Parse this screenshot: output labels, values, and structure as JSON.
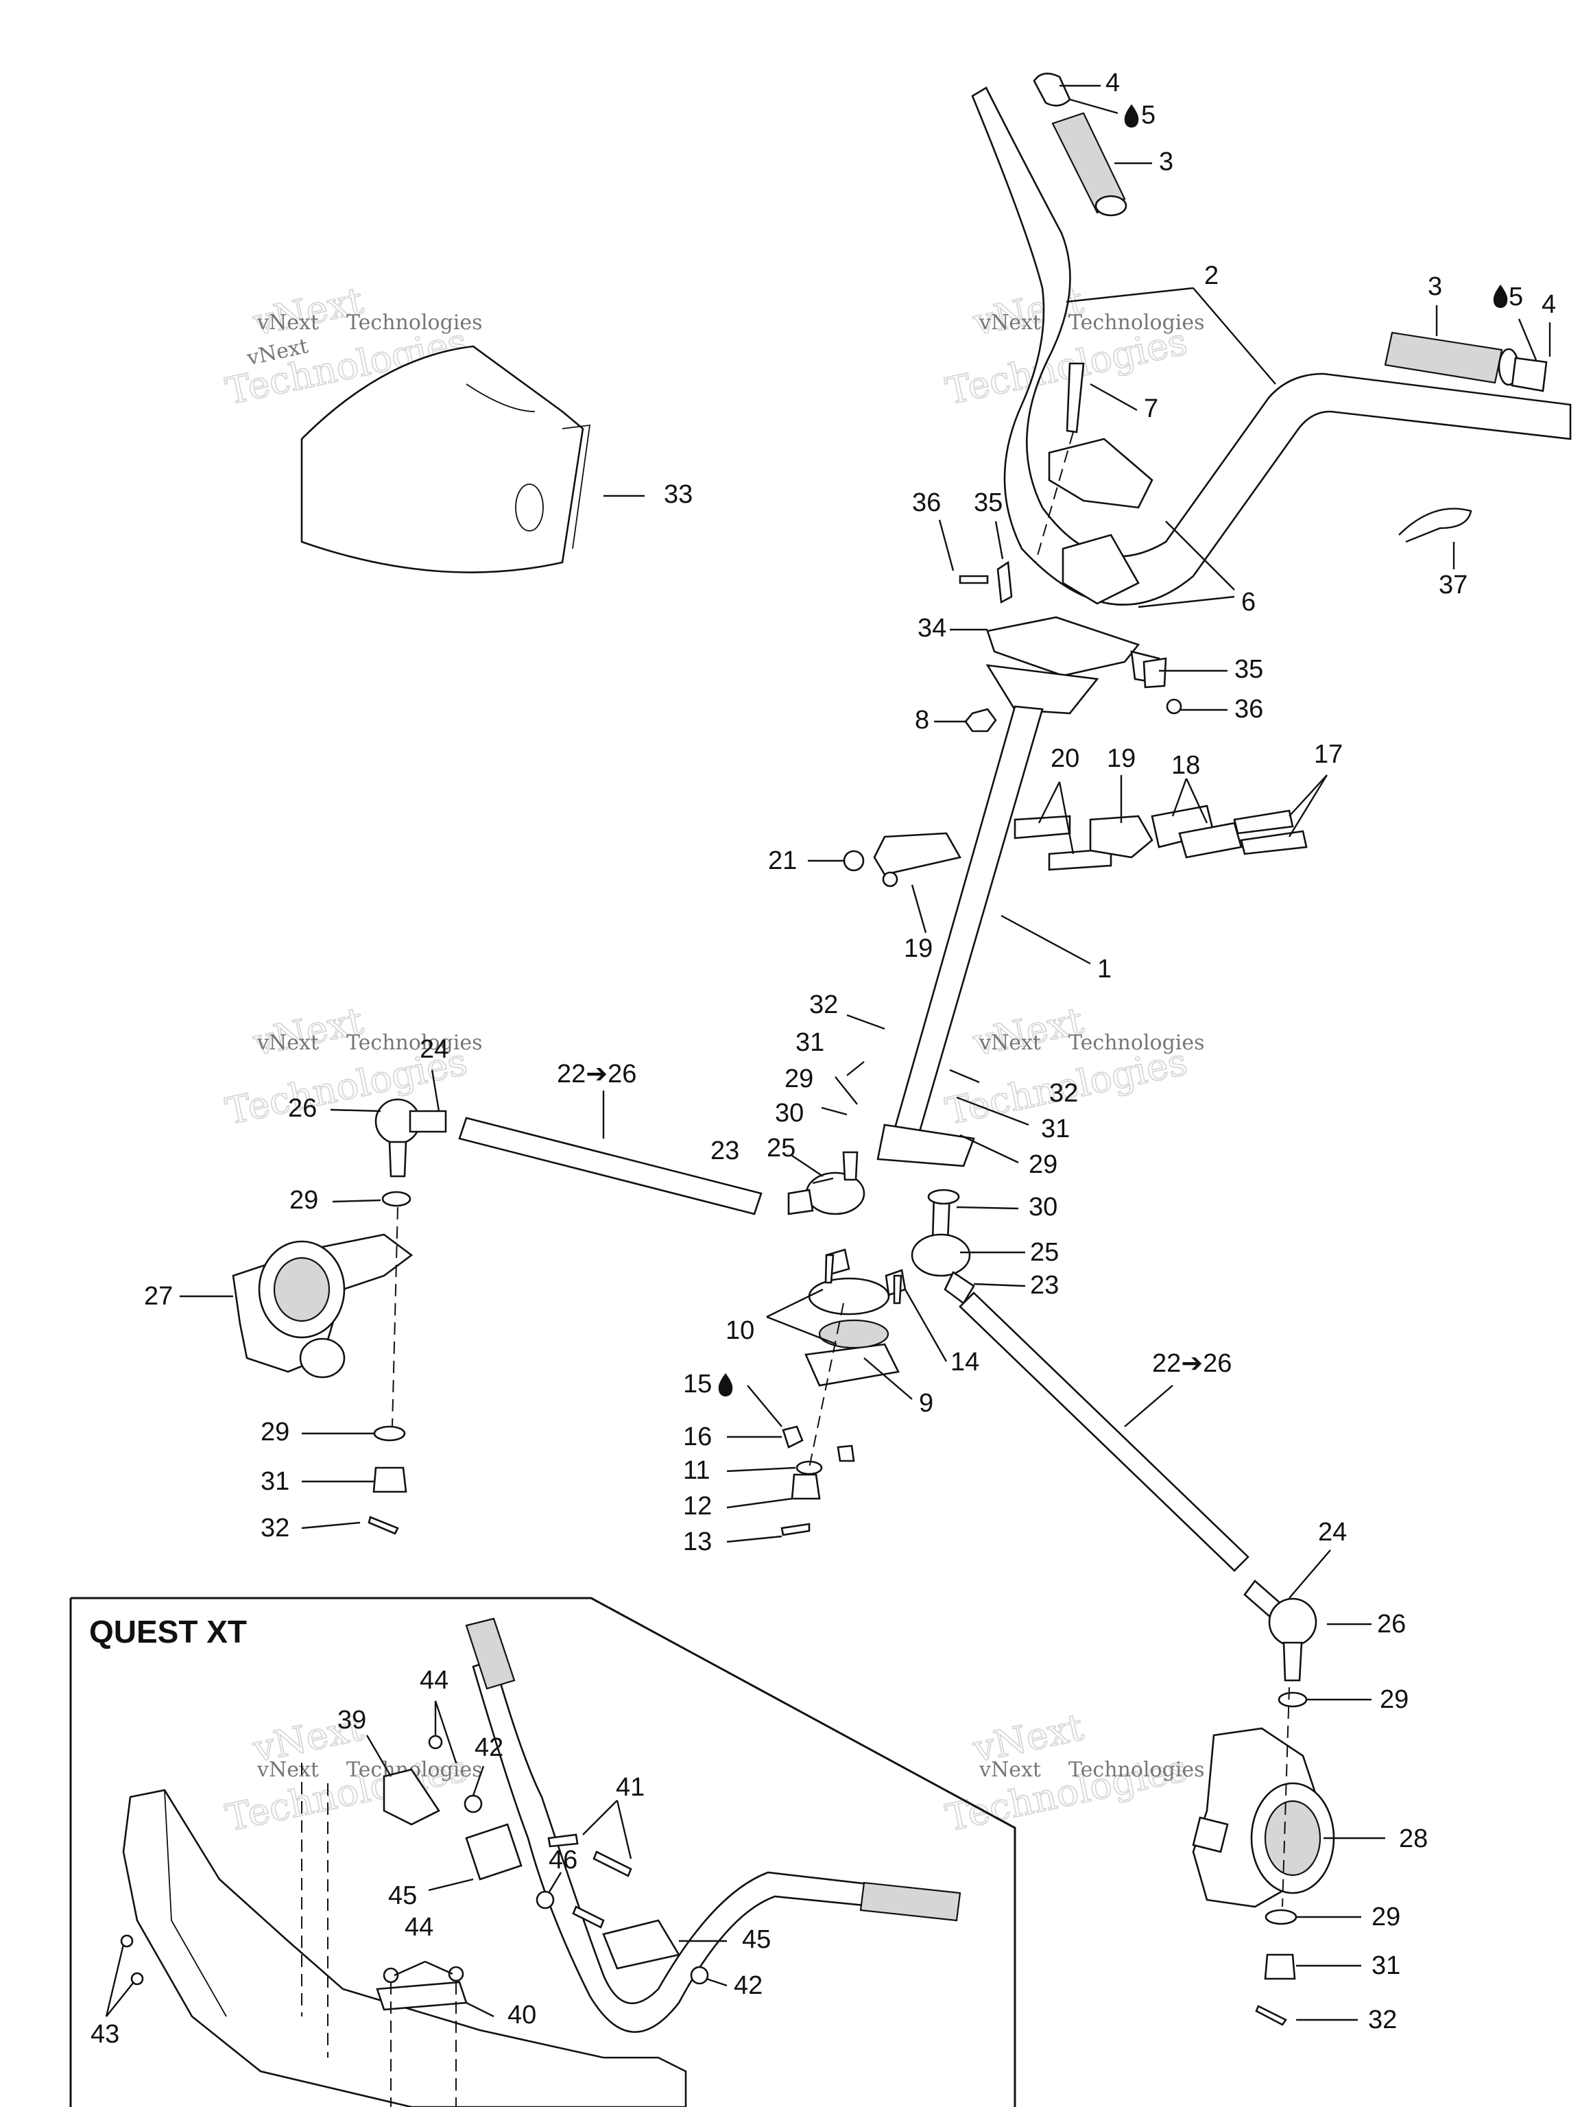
{
  "inset": {
    "title": "QUEST XT"
  },
  "watermark": {
    "line1": "vNext",
    "line2": "Technologies",
    "line3": "Technologies"
  },
  "lubricant_icon": "oil-drop-icon",
  "colors": {
    "line": "#111111",
    "shade": "#d6d6d6",
    "watermark": "#9a9a9a"
  },
  "labels": [
    "4",
    "5",
    "3",
    "2",
    "3",
    "5",
    "4",
    "7",
    "33",
    "36",
    "35",
    "6",
    "37",
    "34",
    "35",
    "36",
    "8",
    "20",
    "19",
    "18",
    "17",
    "21",
    "19",
    "1",
    "32",
    "24",
    "22➔26",
    "31",
    "32",
    "26",
    "29",
    "31",
    "23",
    "25",
    "30",
    "29",
    "29",
    "30",
    "25",
    "23",
    "27",
    "10",
    "14",
    "22➔26",
    "15",
    "9",
    "29",
    "16",
    "31",
    "11",
    "12",
    "32",
    "13",
    "24",
    "26",
    "44",
    "29",
    "39",
    "42",
    "41",
    "28",
    "46",
    "45",
    "45",
    "29",
    "44",
    "42",
    "31",
    "40",
    "43",
    "32",
    "39"
  ]
}
